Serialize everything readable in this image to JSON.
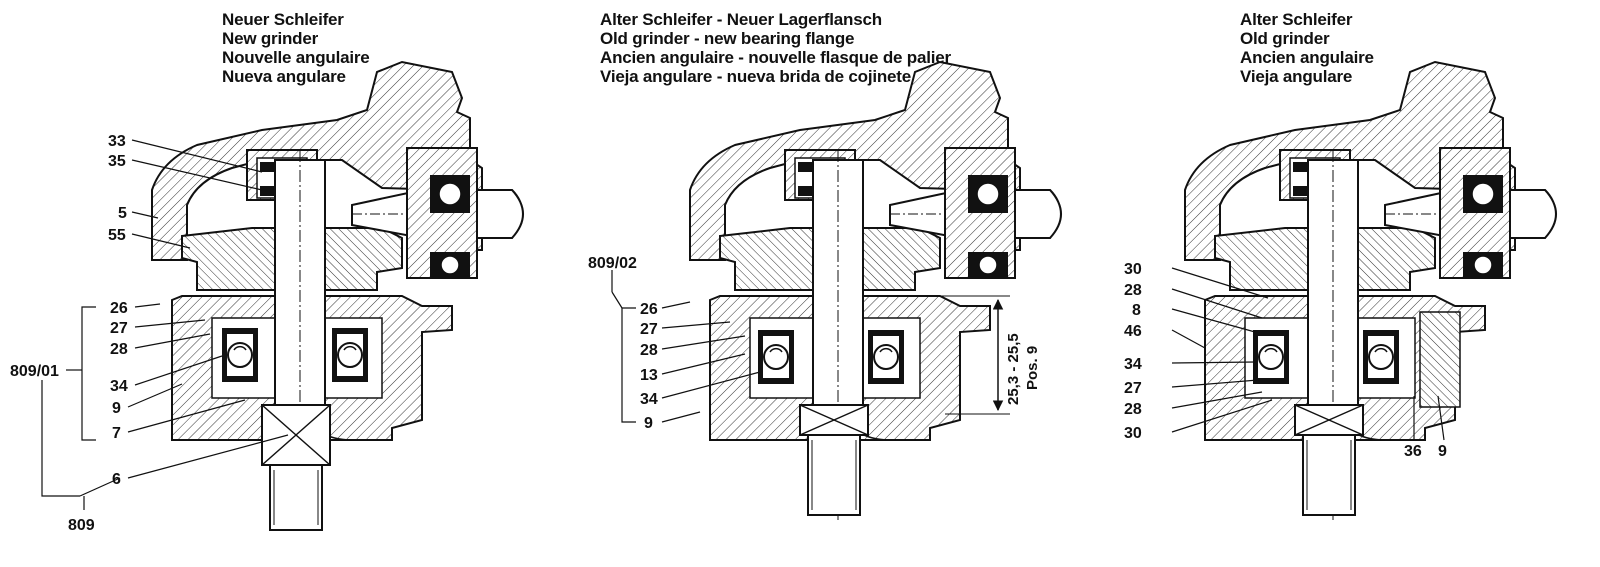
{
  "panels": [
    {
      "title_lines": [
        "Neuer Schleifer",
        "New grinder",
        "Nouvelle angulaire",
        "Nueva angulare"
      ],
      "labels": [
        "33",
        "35",
        "5",
        "55",
        "26",
        "27",
        "28",
        "809/01",
        "34",
        "9",
        "7",
        "6",
        "809"
      ]
    },
    {
      "title_lines": [
        "Alter Schleifer - Neuer Lagerflansch",
        "Old grinder - new bearing flange",
        "Ancien angulaire - nouvelle flasque de palier",
        "Vieja angulare - nueva brida de cojinete"
      ],
      "labels": [
        "809/02",
        "26",
        "27",
        "28",
        "13",
        "34",
        "9"
      ],
      "dimension": "25,3 - 25,5",
      "position_note": "Pos. 9"
    },
    {
      "title_lines": [
        "Alter Schleifer",
        "Old grinder",
        "Ancien angulaire",
        "Vieja angulare"
      ],
      "labels": [
        "30",
        "28",
        "8",
        "46",
        "34",
        "27",
        "28",
        "30",
        "36",
        "9"
      ]
    }
  ]
}
